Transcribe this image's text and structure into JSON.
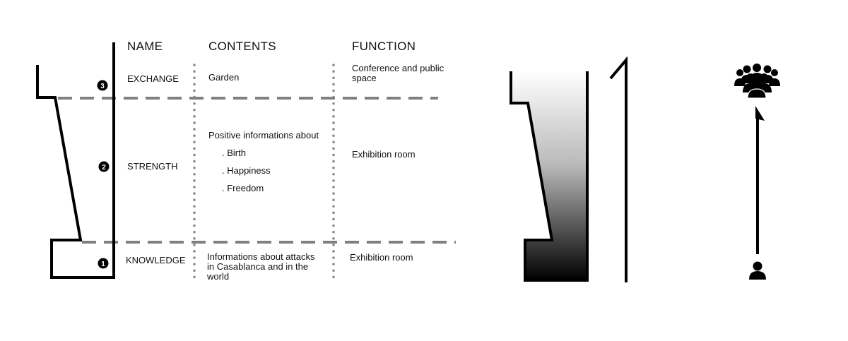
{
  "headers": {
    "name": "NAME",
    "contents": "CONTENTS",
    "function": "FUNCTION"
  },
  "levels": [
    {
      "number": "3",
      "name": "EXCHANGE",
      "contents": "Garden",
      "function": "Conference and public space"
    },
    {
      "number": "2",
      "name": "STRENGTH",
      "contents_intro": "Positive informations about",
      "contents_items": [
        ". Birth",
        ". Happiness",
        ". Freedom"
      ],
      "function": "Exhibition room"
    },
    {
      "number": "1",
      "name": "KNOWLEDGE",
      "contents": "Informations about attacks in Casablanca and in the world",
      "function": "Exhibition room"
    }
  ],
  "icons": {
    "top": "group-of-people-icon",
    "bottom": "single-person-icon"
  },
  "colors": {
    "ink": "#000000",
    "dashed_line": "#808080",
    "dotted_line": "#888888"
  }
}
